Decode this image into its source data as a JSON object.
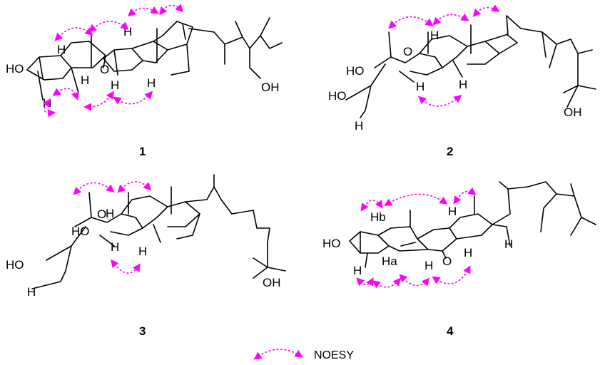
{
  "compounds": [
    {
      "number": "1",
      "labels": [
        "HO",
        "H",
        "O",
        "H",
        "H",
        "H",
        "H",
        "H",
        "OH"
      ]
    },
    {
      "number": "2",
      "labels": [
        "HO",
        "HO",
        "H",
        "O",
        "H",
        "H",
        "H",
        "OH"
      ]
    },
    {
      "number": "3",
      "labels": [
        "O",
        "HO",
        "HO",
        "H",
        "H",
        "H",
        "H",
        "OH"
      ]
    },
    {
      "number": "4",
      "labels": [
        "HO",
        "Hb",
        "H",
        "H",
        "Ha",
        "H",
        "O",
        "H",
        "H"
      ]
    }
  ],
  "legend": {
    "label": "NOESY"
  },
  "colors": {
    "noesy": "#ff00ff",
    "bond": "#000000"
  }
}
